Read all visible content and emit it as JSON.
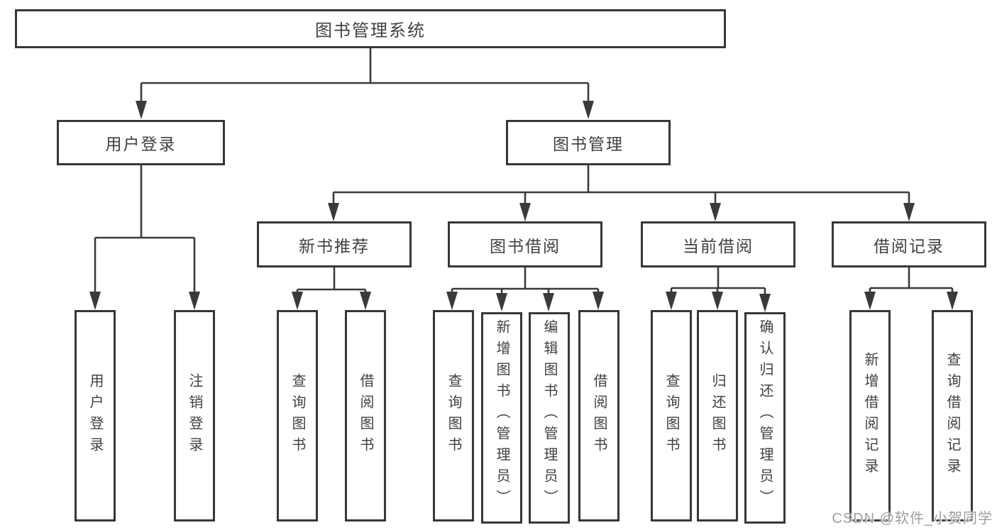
{
  "tree": {
    "root": "图书管理系统",
    "branches": [
      {
        "label": "用户登录",
        "children": [
          "用户登录",
          "注销登录"
        ]
      },
      {
        "label": "图书管理",
        "groups": [
          {
            "label": "新书推荐",
            "children": [
              "查询图书",
              "借阅图书"
            ]
          },
          {
            "label": "图书借阅",
            "children": [
              "查询图书",
              "新增图书（管理员）",
              "编辑图书（管理员）",
              "借阅图书"
            ]
          },
          {
            "label": "当前借阅",
            "children": [
              "查询图书",
              "归还图书",
              "确认归还（管理员）"
            ]
          },
          {
            "label": "借阅记录",
            "children": [
              "新增借阅记录",
              "查询借阅记录"
            ]
          }
        ]
      }
    ]
  },
  "watermark": {
    "text": "CSDN @软件_小贺同学"
  },
  "colors": {
    "line": "#3a3a3a",
    "box_border": "#373737",
    "text": "#414141",
    "watermark": "#9e9e9e",
    "background": "#ffffff"
  }
}
